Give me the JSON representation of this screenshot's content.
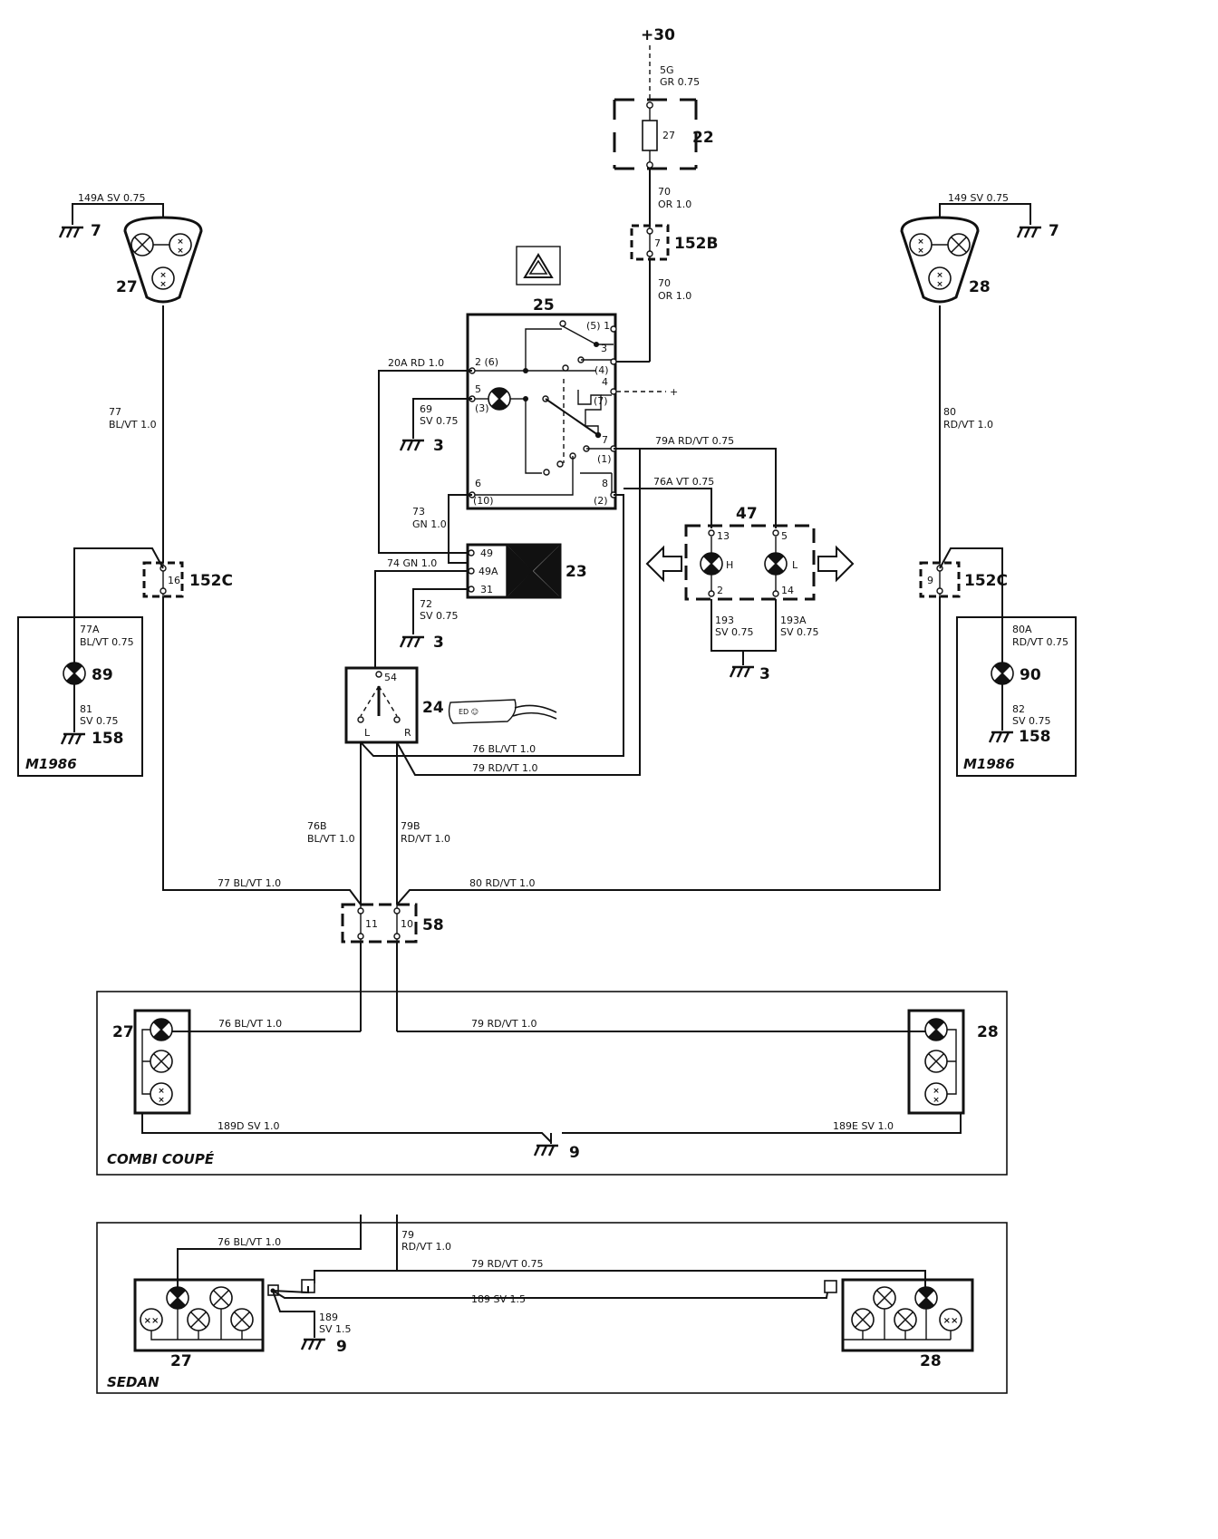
{
  "supply": {
    "label": "+30"
  },
  "sections": {
    "combi": "COMBI COUPÉ",
    "sedan": "SEDAN",
    "variant_left": "M1986",
    "variant_right": "M1986"
  },
  "components": {
    "fuse_box": "22",
    "fuse": "27",
    "conn_152b": "152B",
    "conn_152c_left": "152C",
    "conn_152c_right": "152C",
    "hazard_switch": "25",
    "flasher_relay": "23",
    "indicator_switch": "24",
    "indicator_lamps": "47",
    "connector_58": "58",
    "front_left": "27",
    "front_right": "28",
    "side_left": "89",
    "side_right": "90",
    "rear_left_combi": "27",
    "rear_right_combi": "28",
    "rear_left_sedan": "27",
    "rear_right_sedan": "28"
  },
  "grounds": {
    "front_left": "7",
    "front_right": "7",
    "hazard": "3",
    "relay": "3",
    "lamps": "3",
    "side_left": "158",
    "side_right": "158",
    "combi": "9",
    "sedan": "9"
  },
  "wires": {
    "w5g": [
      "5G",
      "GR 0.75"
    ],
    "w70a": [
      "70",
      "OR 1.0"
    ],
    "w70b": [
      "70",
      "OR 1.0"
    ],
    "w149a": "149A SV 0.75",
    "w149": "149 SV 0.75",
    "w77": [
      "77",
      "BL/VT 1.0"
    ],
    "w80": [
      "80",
      "RD/VT 1.0"
    ],
    "w20a": "20A RD 1.0",
    "w69": [
      "69",
      "SV 0.75"
    ],
    "w79a": "79A RD/VT 0.75",
    "w76a": "76A VT 0.75",
    "w73": [
      "73",
      "GN 1.0"
    ],
    "w74": "74 GN 1.0",
    "w72": [
      "72",
      "SV 0.75"
    ],
    "w77a": [
      "77A",
      "BL/VT 0.75"
    ],
    "w81": [
      "81",
      "SV 0.75"
    ],
    "w80a": [
      "80A",
      "RD/VT 0.75"
    ],
    "w82": [
      "82",
      "SV 0.75"
    ],
    "w193": [
      "193",
      "SV 0.75"
    ],
    "w193a": [
      "193A",
      "SV 0.75"
    ],
    "w76": "76 BL/VT 1.0",
    "w79": "79 RD/VT 1.0",
    "w76b": [
      "76B",
      "BL/VT 1.0"
    ],
    "w79b": [
      "79B",
      "RD/VT 1.0"
    ],
    "w77b": "77 BL/VT 1.0",
    "w80b": "80 RD/VT 1.0",
    "c76": "76 BL/VT 1.0",
    "c79": "79 RD/VT 1.0",
    "c189d": "189D SV 1.0",
    "c189e": "189E SV 1.0",
    "s76": "76 BL/VT 1.0",
    "s79": [
      "79",
      "RD/VT 1.0"
    ],
    "s79b": "79 RD/VT 0.75",
    "s189": "189 SV 1.5",
    "s189v": [
      "189",
      "SV 1.5"
    ]
  },
  "pins": {
    "fuse_conn": "7",
    "c152c_left": "16",
    "c152c_right": "9",
    "c58_left": "11",
    "c58_right": "10",
    "hz_5_1": "(5) 1",
    "hz_3": "3",
    "hz_4b": "(4)",
    "hz_4": "4",
    "hz_7b": "(7)",
    "hz_7": "7",
    "hz_1b": "(1)",
    "hz_8": "8",
    "hz_2b": "(2)",
    "hz_2_6": "2 (6)",
    "hz_5": "5",
    "hz_3b": "(3)",
    "hz_6": "6",
    "hz_10b": "(10)",
    "hz_plus": "+",
    "rl_49": "49",
    "rl_49a": "49A",
    "rl_31": "31",
    "sw_54": "54",
    "sw_l": "L",
    "sw_r": "R",
    "lp_13": "13",
    "lp_h": "H",
    "lp_5": "5",
    "lp_l": "L",
    "lp_2": "2",
    "lp_14": "14"
  },
  "switch_icon_text": "ED ☺"
}
